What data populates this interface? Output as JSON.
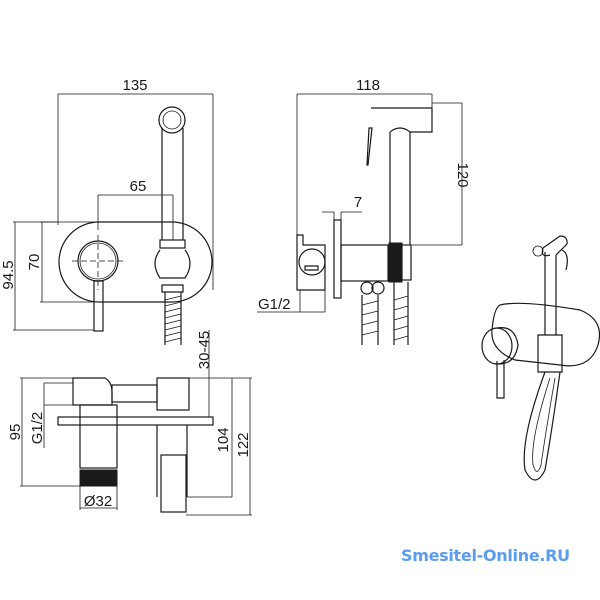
{
  "front_view": {
    "width_total": "135",
    "handle_to_shower": "65",
    "plate_height": "70",
    "overall_height": "94.5"
  },
  "side_view": {
    "depth_total": "118",
    "spout_height": "120",
    "plate_thickness": "7",
    "thread": "G1/2"
  },
  "bottom_view": {
    "wall_depth": "30-45",
    "height_95": "95",
    "thread": "G1/2",
    "height_104": "104",
    "height_122": "122",
    "diameter": "Ø32"
  },
  "watermark": {
    "text": "Smesitel-Online.RU",
    "color": "#5b9cf0"
  }
}
